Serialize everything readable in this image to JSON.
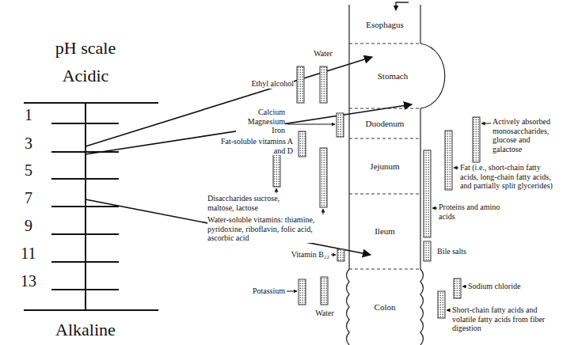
{
  "diagram": {
    "nodes": [
      {
        "text": [
          "Esophagus"
        ]
      },
      {
        "text": [
          "Stomach"
        ]
      },
      {
        "text": [
          "Duodenum"
        ]
      },
      {
        "text": [
          "Jejunum"
        ]
      },
      {
        "text": [
          "Ileum"
        ]
      },
      {
        "text": [
          "Colon"
        ]
      }
    ],
    "labels": [
      "pH scale",
      "Acidic",
      "1",
      "3",
      "5",
      "7",
      "9",
      "11",
      "13",
      "Alkaline",
      "Water",
      "Ethyl alcohol",
      "Calcium Magnesium Iron",
      "Fat-soluble vitamins A and D",
      "Disaccharides sucrose, maltose, lactose",
      "Water-soluble vitamins: thiamine, pyridoxine, riboflavin, folic acid, ascorbic acid",
      "Vitamin B₁₂",
      "Potassium",
      "Water",
      "Actively absorbed monosaccharides, glucose and galactose",
      "Fat (i.e., short-chain fatty acids, long-chain fatty acids, and partially split glycerides)",
      "Proteins and amino acids",
      "Bile salts",
      "Sodium chloride",
      "Short-chain fatty acids and volatile fatty acids from fiber digestion"
    ]
  }
}
